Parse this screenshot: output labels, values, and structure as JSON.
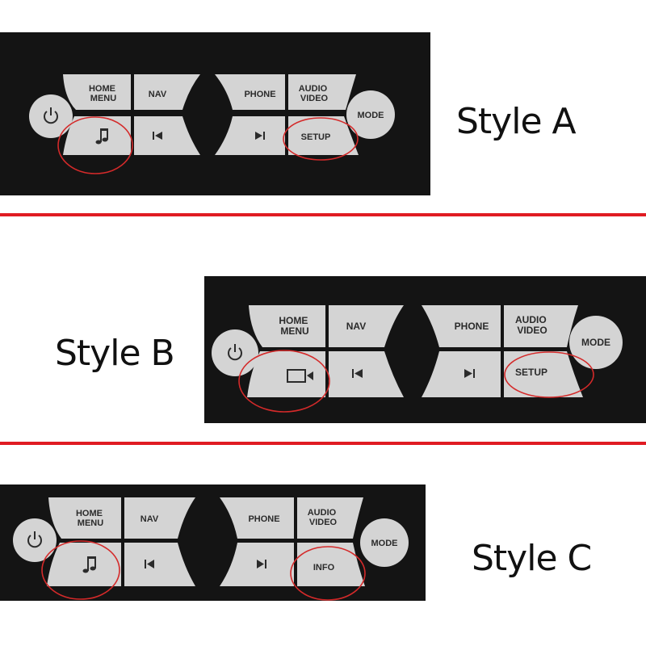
{
  "styles": [
    {
      "label": "Style A",
      "power_icon": "power-icon",
      "buttons": {
        "home_menu": [
          "HOME",
          "MENU"
        ],
        "nav": "NAV",
        "phone": "PHONE",
        "audio_video": [
          "AUDIO",
          "VIDEO"
        ],
        "mode": "MODE",
        "bottom_left_icon": "music-note-icon",
        "prev_icon": "skip-previous-icon",
        "next_icon": "skip-next-icon",
        "bottom_right": "SETUP"
      }
    },
    {
      "label": "Style B",
      "power_icon": "power-icon",
      "buttons": {
        "home_menu": [
          "HOME",
          "MENU"
        ],
        "nav": "NAV",
        "phone": "PHONE",
        "audio_video": [
          "AUDIO",
          "VIDEO"
        ],
        "mode": "MODE",
        "bottom_left_icon": "camera-icon",
        "prev_icon": "skip-previous-icon",
        "next_icon": "skip-next-icon",
        "bottom_right": "SETUP"
      }
    },
    {
      "label": "Style C",
      "power_icon": "power-icon",
      "buttons": {
        "home_menu": [
          "HOME",
          "MENU"
        ],
        "nav": "NAV",
        "phone": "PHONE",
        "audio_video": [
          "AUDIO",
          "VIDEO"
        ],
        "mode": "MODE",
        "bottom_left_icon": "music-note-icon",
        "prev_icon": "skip-previous-icon",
        "next_icon": "skip-next-icon",
        "bottom_right": "INFO"
      }
    }
  ],
  "colors": {
    "panel": "#141414",
    "button": "#d4d4d4",
    "divider": "#e01b22",
    "highlight_circle": "#d42a2a"
  }
}
